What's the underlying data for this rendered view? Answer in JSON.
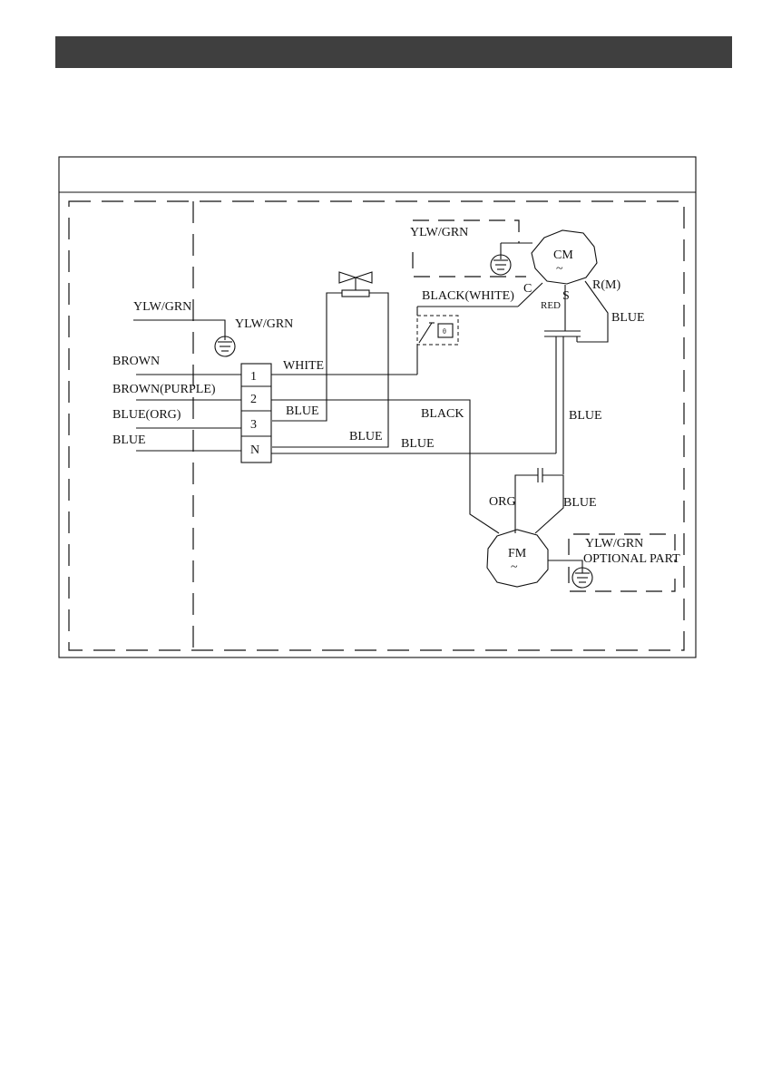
{
  "labels": {
    "ylw_grn_top": "YLW/GRN",
    "cm": "CM",
    "cm_tilde": "~",
    "c": "C",
    "s": "S",
    "r_m": "R(M)",
    "red": "RED",
    "black_white": "BLACK(WHITE)",
    "blue_right": "BLUE",
    "ylw_grn_left": "YLW/GRN",
    "ylw_grn_left2": "YLW/GRN",
    "brown": "BROWN",
    "brown_purple": "BROWN(PURPLE)",
    "blue_org": "BLUE(ORG)",
    "blue_left": "BLUE",
    "white": "WHITE",
    "blue_t3": "BLUE",
    "black_mid": "BLACK",
    "blue_tn": "BLUE",
    "blue_mid_right": "BLUE",
    "blue_lower": "BLUE",
    "org": "ORG",
    "blue_fm": "BLUE",
    "fm": "FM",
    "fm_tilde": "~",
    "ylw_grn_opt": "YLW/GRN",
    "optional_part": "OPTIONAL PART",
    "thermal_mark": "θ"
  },
  "terminals": [
    "1",
    "2",
    "3",
    "N"
  ]
}
